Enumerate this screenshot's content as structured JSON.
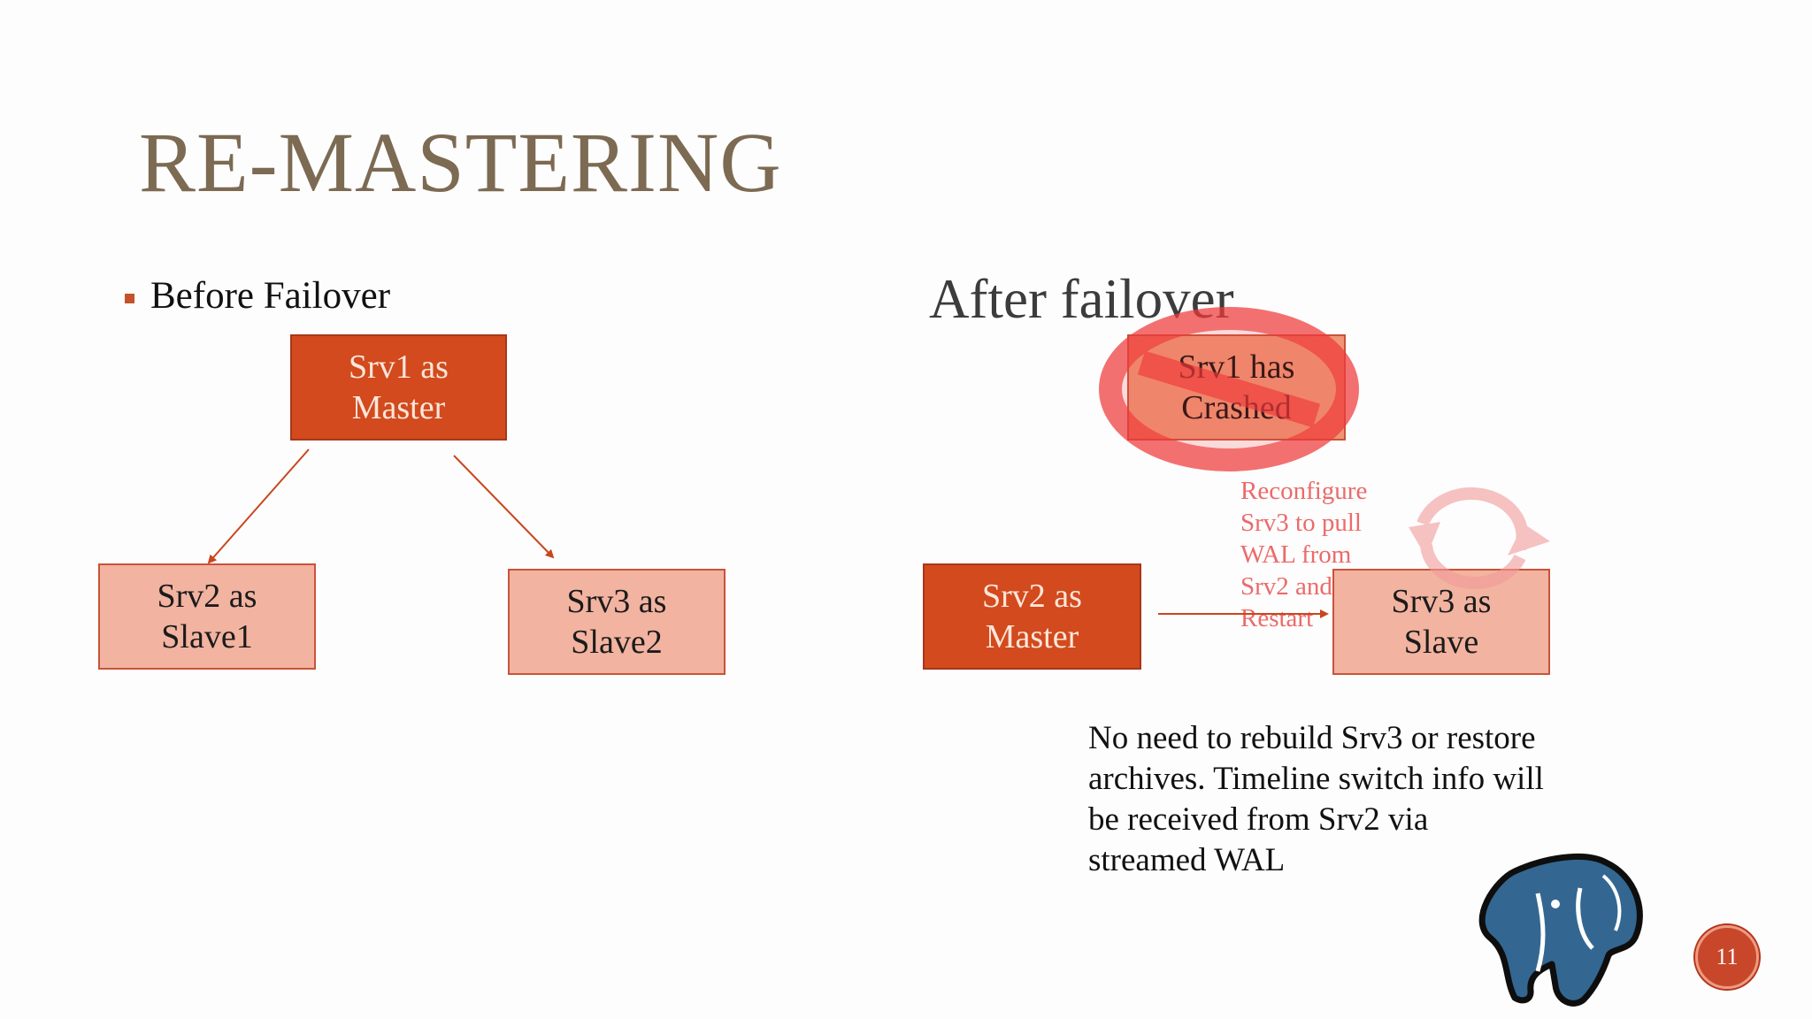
{
  "slide": {
    "title": "RE-MASTERING",
    "before_label": "Before Failover",
    "after_label": "After failover",
    "page_number": "11"
  },
  "before": {
    "master": {
      "line1": "Srv1 as",
      "line2": "Master"
    },
    "slave1": {
      "line1": "Srv2 as",
      "line2": "Slave1"
    },
    "slave2": {
      "line1": "Srv3 as",
      "line2": "Slave2"
    }
  },
  "after": {
    "crashed": {
      "line1": "Srv1 has",
      "line2": "Crashed"
    },
    "new_master": {
      "line1": "Srv2 as",
      "line2": "Master"
    },
    "slave": {
      "line1": "Srv3 as",
      "line2": "Slave"
    },
    "reconfigure_note": "Reconfigure\nSrv3 to pull\nWAL from\nSrv2 and\nRestart",
    "explanation": "No need to rebuild Srv3 or restore archives. Timeline switch info will be received from Srv2 via streamed WAL"
  },
  "icons": {
    "prohibited": "prohibited-icon",
    "cycle": "cycle-arrows-icon",
    "logo": "postgresql-elephant-logo"
  },
  "colors": {
    "title": "#7c6a52",
    "dark_box": "#d24a1d",
    "light_box": "#f2b3a0",
    "prohibited": "#f04b4b",
    "reconfigure_text": "#ec6a6a",
    "logo_blue": "#336791"
  }
}
